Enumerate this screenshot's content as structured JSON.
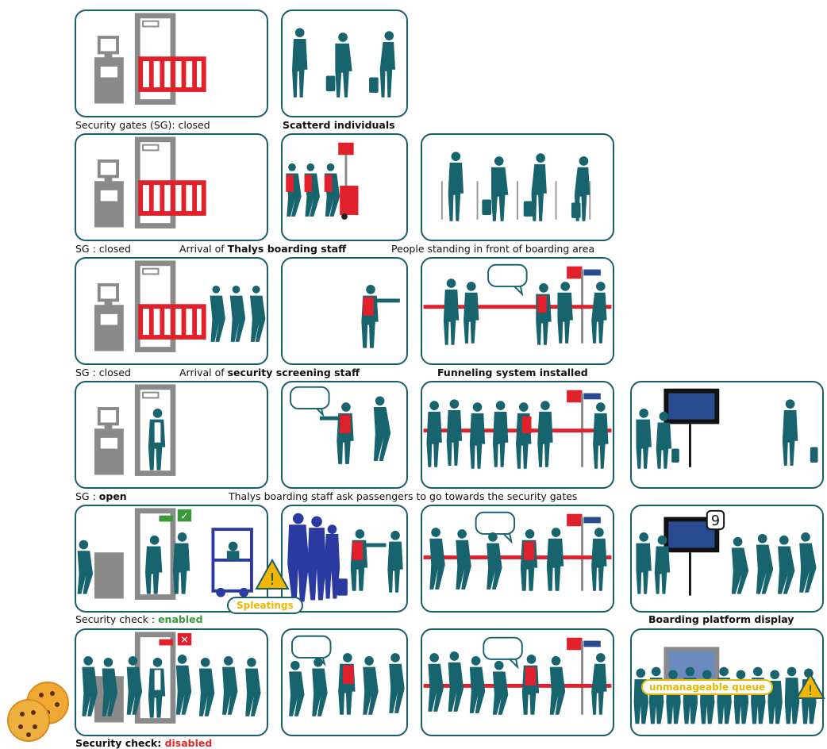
{
  "captions": {
    "row1_sg": "Security gates (SG): closed",
    "row1_scatter": "Scatterd individuals",
    "row2_sg": "SG : closed",
    "row2_arrival_pre": "Arrival of ",
    "row2_arrival_bold": "Thalys boarding staff",
    "row2_people": "People standing in front of boarding area",
    "row3_sg": "SG : closed",
    "row3_arrival_pre": "Arrival of ",
    "row3_arrival_bold": "security screening staff",
    "row3_funnel": "Funneling system installed",
    "row4_sg_pre": "SG : ",
    "row4_sg_bold": "open",
    "row4_ask": "Thalys boarding staff ask passengers to go towards the security gates",
    "row5_check_pre": "Security check : ",
    "row5_check_state": "enabled",
    "row5_display": "Boarding platform display",
    "row6_check_pre": "Security check: ",
    "row6_check_state": "disabled"
  },
  "labels": {
    "spleatings": "Spleatings",
    "unmanageable_queue": "unmanageable queue",
    "display_number": "9",
    "check_mark": "✓",
    "cross_mark": "✕",
    "warning_mark": "!"
  },
  "icons": [
    "security-gate-icon",
    "barrier-icon",
    "passenger-icon",
    "speech-bubble-icon",
    "departure-board-icon",
    "forklift-icon",
    "warning-icon",
    "cookie-icon"
  ],
  "colors": {
    "figure": "#17646f",
    "barrier": "#e0202a",
    "gate": "#8a8a8a",
    "frame": "#1a5e6a",
    "forklift": "#2a3aa0",
    "warning": "#f2b600",
    "cookie": "#f0a830"
  }
}
